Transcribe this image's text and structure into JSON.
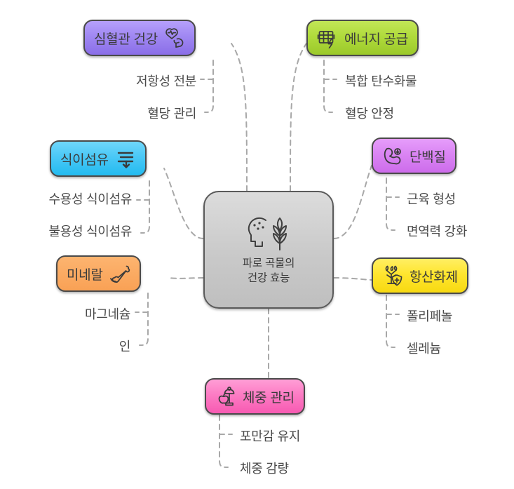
{
  "diagram": {
    "type": "mind-map",
    "title": "파로 곡물의 건강 효능"
  },
  "center": {
    "label_line1": "파로 곡물의",
    "label_line2": "건강 효능",
    "icon": "head-grain-icon",
    "fill_top": "#dcdcdc",
    "fill_bottom": "#bfbfbf",
    "border": "#5a5a5a"
  },
  "branches": [
    {
      "id": "cardio",
      "label": "심혈관 건강",
      "icon": "heartbeat-bicep-icon",
      "icon_side": "right",
      "color": "#a088f2",
      "side": "left",
      "children": [
        "저항성 전분",
        "혈당 관리"
      ]
    },
    {
      "id": "energy",
      "label": "에너지 공급",
      "icon": "battery-bolt-icon",
      "icon_side": "left",
      "color": "#b0db3c",
      "side": "right",
      "children": [
        "복합 탄수화물",
        "혈당 안정"
      ]
    },
    {
      "id": "fiber",
      "label": "식이섬유",
      "icon": "fiber-flow-down-icon",
      "icon_side": "right",
      "color": "#4ac8f6",
      "side": "left",
      "children": [
        "수용성 식이섬유",
        "불용성 식이섬유"
      ]
    },
    {
      "id": "protein",
      "label": "단백질",
      "icon": "bicep-muscle-icon",
      "icon_side": "left",
      "color": "#da85f3",
      "side": "right",
      "children": [
        "근육 형성",
        "면역력 강화"
      ]
    },
    {
      "id": "mineral",
      "label": "미네랄",
      "icon": "bone-icon",
      "icon_side": "right",
      "color": "#f9a155",
      "side": "left",
      "children": [
        "마그네슘",
        "인"
      ]
    },
    {
      "id": "antioxidant",
      "label": "항산화제",
      "icon": "shield-plus-plant-icon",
      "icon_side": "left",
      "color": "#ffe52f",
      "side": "right",
      "children": [
        "폴리페놀",
        "셀레늄"
      ]
    },
    {
      "id": "weight",
      "label": "체중 관리",
      "icon": "weight-scale-apple-icon",
      "icon_side": "left",
      "color": "#fc7cc4",
      "side": "bottom",
      "children": [
        "포만감 유지",
        "체중 감량"
      ]
    }
  ],
  "connector": {
    "style": "dashed",
    "color": "#a8a8a8"
  }
}
